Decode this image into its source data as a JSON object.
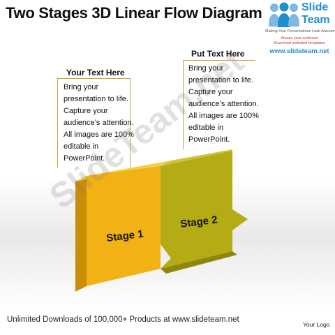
{
  "title": "Two Stages 3D Linear Flow Diagram",
  "logo": {
    "word_top": "Slide",
    "word_bottom": "Team",
    "tagline": "Making Your Presentations Look Awesome",
    "promo_1": "Amaze your audience",
    "promo_2": "Download unlimited templates",
    "url": "www.slideteam.net"
  },
  "callouts": [
    {
      "heading": "Your Text Here",
      "body": "Bring your\npresentation to life.\nCapture your\naudience’s attention.\nAll images are 100%\neditable in\nPowerPoint."
    },
    {
      "heading": "Put Text Here",
      "body": "Bring your\npresentation to life.\nCapture your\naudience’s attention.\nAll images are 100%\neditable in\nPowerPoint."
    }
  ],
  "stages": [
    {
      "label": "Stage 1",
      "color": "#f2b213"
    },
    {
      "label": "Stage 2",
      "color": "#b5ab14"
    }
  ],
  "watermark": "SlideTeam.net",
  "footer": "Unlimited Downloads of 100,000+ Products at www.slideteam.net",
  "your_logo": "Your Logo"
}
